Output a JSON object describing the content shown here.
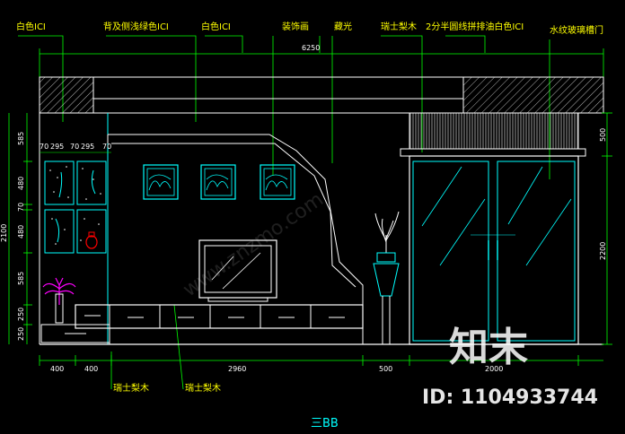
{
  "top_labels": [
    "白色ICI",
    "背及侧浅绿色ICI",
    "白色ICI",
    "装饰画",
    "藏光",
    "瑞士梨木",
    "2分半圆线拼排油白色ICI",
    "水纹玻璃槽门"
  ],
  "bottom_labels": [
    "瑞士梨木",
    "瑞士梨木"
  ],
  "overall_width": "6250",
  "vertical_dims_left": [
    "585",
    "480",
    "70",
    "480",
    "585",
    "250",
    "250"
  ],
  "left_total_height": "2100",
  "right_dims": [
    "500",
    "2200"
  ],
  "shelf_dims": [
    "70",
    "295",
    "70",
    "295",
    "70"
  ],
  "bottom_dims": [
    "400",
    "400",
    "2960",
    "500",
    "2000"
  ],
  "drawing_title": "三BB",
  "watermark": {
    "brand": "知末",
    "id_text": "ID: 1104933744",
    "site": "www.znzmo.com"
  },
  "colors": {
    "background": "#000000",
    "line_cyan": "#00ffff",
    "line_white": "#ffffff",
    "leader_green": "#00ff00",
    "label_yellow": "#ffff00",
    "plant_magenta": "#ff00ff",
    "vase_red": "#ff0000"
  }
}
